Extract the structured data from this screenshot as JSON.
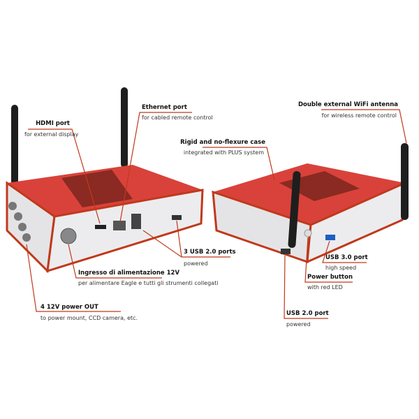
{
  "colors": {
    "accent": "#c0391b",
    "case_red": "#d9423a",
    "silver": "#e9e9eb",
    "antenna": "#1e1e1e"
  },
  "callouts": {
    "hdmi": {
      "title": "HDMI port",
      "subtitle": "for external display"
    },
    "ethernet": {
      "title": "Ethernet port",
      "subtitle": "for cabled remote control"
    },
    "case": {
      "title": "Rigid and no-flexure case",
      "subtitle": "integrated with PLUS system"
    },
    "wifi": {
      "title": "Double external WiFi antenna",
      "subtitle": "for wireless remote control"
    },
    "usb_left": {
      "title": "3 USB 2.0 ports",
      "subtitle": "powered"
    },
    "usb3": {
      "title": "USB 3.0 port",
      "subtitle": "high speed"
    },
    "power_button": {
      "title": "Power button",
      "subtitle": "with red LED"
    },
    "usb2_right": {
      "title": "USB 2.0 port",
      "subtitle": "powered"
    },
    "power_in": {
      "title": "Ingresso di alimentazione 12V",
      "subtitle": "per alimentare Eagle e tutti gli strumenti collegati"
    },
    "power_out": {
      "title": "4 12V power OUT",
      "subtitle": "to power mount, CCD camera, etc."
    }
  }
}
